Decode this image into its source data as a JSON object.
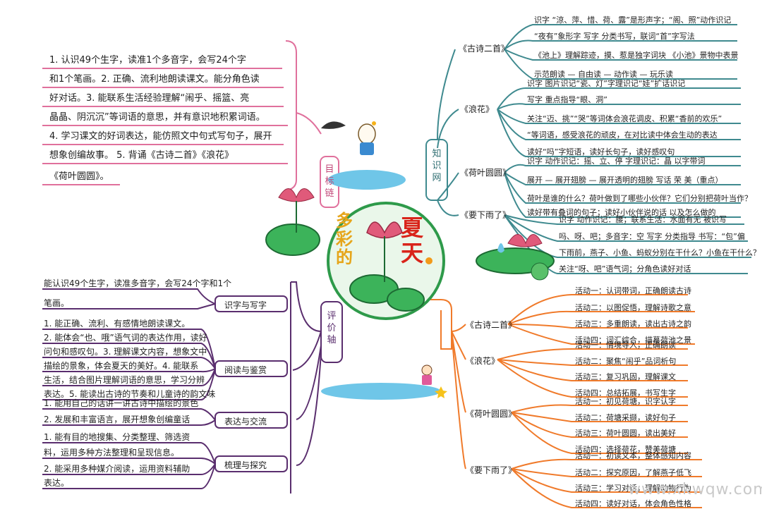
{
  "center": {
    "title_a": "夏天",
    "title_b": "多彩的",
    "title_c": "的"
  },
  "goals_label": "目标链",
  "goals": [
    "1. 认识49个生字，读准1个多音字，会写24个字",
    "和1个笔画。2. 正确、流利地朗读课文。能分角色读",
    "好对话。3. 能联系生活经验理解“闹乎、摇篮、亮",
    "晶晶、阴沉沉”等词语的意思，并有意识地积累词语。",
    "4. 学习课文的好词表达，能仿照文中句式写句子，展开",
    "想象创编故事。  5. 背诵《古诗二首》《浪花》",
    "《荷叶圆圆》。"
  ],
  "knowledge_label": "知识网",
  "knowledge_branches": [
    {
      "label": "《古诗二首》",
      "lines": [
        "识字 “涼、萍、惜、荷、露”是形声字；“阁、照”动作识记",
        "“夜有”象形字  写字 分类书写，联词“首”字写法",
        "《池上》理解踪迹，摸、惹是独字词块  《小池》景物中表景",
        "示范朗读 — 自由读 — 动作读 — 玩乐读"
      ]
    },
    {
      "label": "《浪花》",
      "lines": [
        "识字 图片识记“瓷、灯”字理识记“娃”扩话识记",
        "写字 重点指导“眼、洞”",
        "关注“迈、挑”“哭”等词体会浪花调皮、积累“香前的欢乐”",
        "“等词语，感受浪花的顽皮，在对比读中体会生动的表达",
        "读好“吗”字短语，读好长句子，读好感叹句"
      ]
    },
    {
      "label": "《荷叶圆圆》",
      "lines": [
        "识字 动作识记：摇、立、停  字理识记：晶  以字带词",
        "展开 — 展开翅膀 — 展开透明的翅膀  写话 荣 美（重点）",
        "荷叶是谁的什么？荷叶做到了哪些小伙伴？它们分别把荷叶当作？",
        "读好带有叠词的句子；读好小伙伴说的话  以及怎么做的"
      ]
    },
    {
      "label": "《要下雨了》",
      "lines": [
        "识字 动作识记：腰；联系生活：水面有无  被识写",
        "吗、呀、吧；多音字：空  写字 分类指导  书写：“包”偏",
        "下雨前，燕子、小鱼、蚂蚁分别在干什么？小鱼在干什么？",
        "关注“呀、吧”语气词；分角色读好对话"
      ]
    }
  ],
  "eval_label": "评价轴",
  "eval_branches": [
    {
      "label": "识字与写字",
      "lines": [
        "能认识49个生字，读准多音字，会写24个字和1个",
        "笔画。"
      ]
    },
    {
      "label": "阅读与鉴赏",
      "lines": [
        "1. 能正确、流利、有感情地朗读课文。",
        "2. 能体会“也、哦”语气词的表达作用，读好",
        "问句和感叹句。3. 理解课文内容，想象文中",
        "描绘的景象，体会夏天的美好。4. 能联系",
        "生活，结合图片理解词语的意思，学习分辨",
        "表达。5. 能读出古诗的节奏和儿童诗的韵文味"
      ]
    },
    {
      "label": "表达与交流",
      "lines": [
        "1. 能用自己的话讲一讲古诗中描绘的景色",
        "2. 发展和丰富语言，展开想象创编童话"
      ]
    },
    {
      "label": "梳理与探究",
      "lines": [
        "1. 能有目的地搜集、分类整理、筛选资",
        "料，运用多种方法整理和呈现信息。",
        "2. 能采用多种媒介阅读，运用资料辅助",
        "表达。"
      ]
    }
  ],
  "activity_branches": [
    {
      "label": "《古诗二首》",
      "lines": [
        "活动一：认词带词，正确朗读古诗",
        "活动二：以图促悟，理解诗歌之意",
        "活动三：多重朗读，读出古诗之韵",
        "活动四：词汇综合，描摹荷池之景"
      ]
    },
    {
      "label": "《浪花》",
      "lines": [
        "活动一：情境导入，正确朗读",
        "活动二：聚焦“闹乎”品词析句",
        "活动三：复习巩固，理解课文",
        "活动四：总结拓展，书写生字"
      ]
    },
    {
      "label": "《荷叶圆圆》",
      "lines": [
        "活动一：初见荷塘，识字认字",
        "活动二：荷塘采撷，读好句子",
        "活动三：荷叶圆圆，读出美好",
        "活动四：选择荷花，赞美荷塘"
      ]
    },
    {
      "label": "《要下雨了》",
      "lines": [
        "活动一：初读文本，整体感知内容",
        "活动二：探究原因，了解燕子低飞",
        "活动三：学习对话，理解动物行为",
        "活动四：读好对话，体会角色性格"
      ]
    }
  ],
  "watermark": "www.xkwqw.com",
  "colors": {
    "pink": "#e0709c",
    "teal": "#3f8a8f",
    "purple": "#5a2e6e",
    "orange": "#f07a2a",
    "blue": "#3a3ad0",
    "green": "#2e9a4a"
  }
}
